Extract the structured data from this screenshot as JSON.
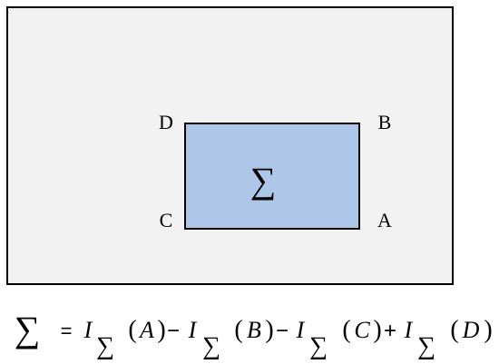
{
  "diagram": {
    "outer_fill": "#f2f2f2",
    "rect_fill": "#aec6e8",
    "stroke": "#000000",
    "region_symbol": "∑",
    "corners": {
      "A": "A",
      "B": "B",
      "C": "C",
      "D": "D"
    }
  },
  "formula": {
    "lhs": "∑",
    "equals": "=",
    "terms": [
      {
        "sign": "",
        "fn": "I",
        "sub": "∑",
        "arg": "A"
      },
      {
        "sign": "−",
        "fn": "I",
        "sub": "∑",
        "arg": "B"
      },
      {
        "sign": "−",
        "fn": "I",
        "sub": "∑",
        "arg": "C"
      },
      {
        "sign": "+",
        "fn": "I",
        "sub": "∑",
        "arg": "D"
      }
    ]
  }
}
